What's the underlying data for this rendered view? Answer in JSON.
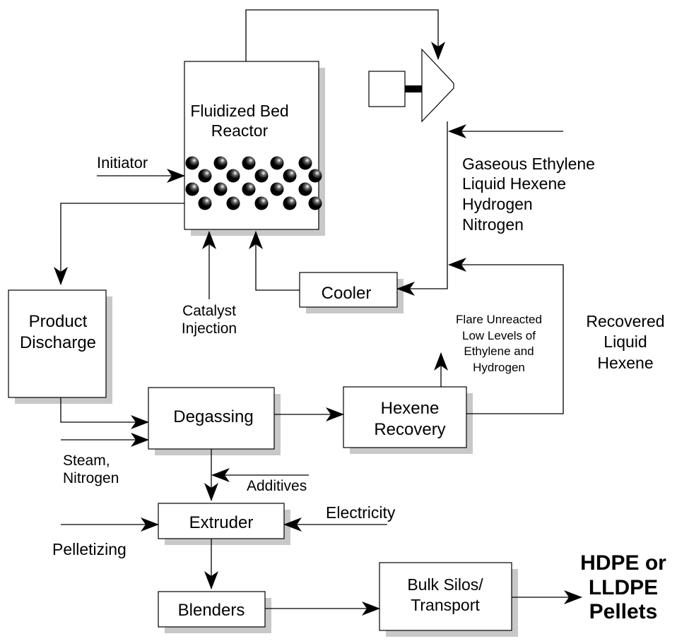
{
  "reactor": {
    "line1": "Fluidized Bed",
    "line2": "Reactor"
  },
  "inputs": {
    "initiator": "Initiator",
    "catalyst_line1": "Catalyst",
    "catalyst_line2": "Injection",
    "feed": [
      "Gaseous Ethylene",
      "Liquid Hexene",
      "Hydrogen",
      "Nitrogen"
    ]
  },
  "cooler": "Cooler",
  "product_discharge": {
    "line1": "Product",
    "line2": "Discharge"
  },
  "flare": [
    "Flare Unreacted",
    "Low Levels of",
    "Ethylene and",
    "Hydrogen"
  ],
  "recovered": [
    "Recovered",
    "Liquid",
    "Hexene"
  ],
  "degassing": "Degassing",
  "hexene_recovery": {
    "line1": "Hexene",
    "line2": "Recovery"
  },
  "steam": {
    "line1": "Steam,",
    "line2": "Nitrogen"
  },
  "additives": "Additives",
  "extruder": "Extruder",
  "electricity": "Electricity",
  "pelletizing": "Pelletizing",
  "blenders": "Blenders",
  "bulk_silos": {
    "line1": "Bulk Silos/",
    "line2": "Transport"
  },
  "output": [
    "HDPE or",
    "LLDPE",
    "Pellets"
  ],
  "colors": {
    "line": "#000000",
    "shadow": "#c8c8c8",
    "box_fill": "#ffffff"
  }
}
